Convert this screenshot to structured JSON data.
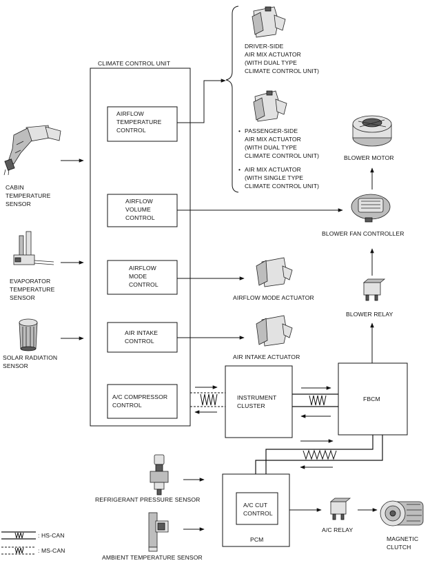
{
  "climate_control_unit": {
    "title": "CLIMATE CONTROL UNIT",
    "modules": [
      [
        "AIRFLOW",
        "TEMPERATURE",
        "CONTROL"
      ],
      [
        "AIRFLOW",
        "VOLUME",
        "CONTROL"
      ],
      [
        "AIRFLOW",
        "MODE",
        "CONTROL"
      ],
      [
        "AIR INTAKE",
        "CONTROL"
      ],
      [
        "A/C COMPRESSOR",
        "CONTROL"
      ]
    ]
  },
  "sensors": {
    "cabin": [
      "CABIN",
      "TEMPERATURE",
      "SENSOR"
    ],
    "evaporator": [
      "EVAPORATOR",
      "TEMPERATURE",
      "SENSOR"
    ],
    "solar": [
      "SOLAR RADIATION",
      "SENSOR"
    ],
    "refrigerant": "REFRIGERANT PRESSURE SENSOR",
    "ambient": "AMBIENT TEMPERATURE SENSOR"
  },
  "actuators": {
    "driver_mix": [
      "DRIVER-SIDE",
      "AIR MIX ACTUATOR",
      "(WITH DUAL TYPE",
      "CLIMATE CONTROL UNIT)"
    ],
    "passenger_mix": [
      "PASSENGER-SIDE",
      "AIR MIX ACTUATOR",
      "(WITH DUAL TYPE",
      "CLIMATE CONTROL UNIT)"
    ],
    "single_mix": [
      "AIR MIX ACTUATOR",
      "(WITH SINGLE TYPE",
      "CLIMATE CONTROL UNIT)"
    ],
    "bullet": "•",
    "airflow_mode": "AIRFLOW MODE ACTUATOR",
    "air_intake": "AIR INTAKE ACTUATOR"
  },
  "blower": {
    "motor": "BLOWER MOTOR",
    "controller": "BLOWER FAN CONTROLLER",
    "relay": "BLOWER RELAY"
  },
  "modules": {
    "instrument_cluster": [
      "INSTRUMENT",
      "CLUSTER"
    ],
    "fbcm": "FBCM",
    "pcm": "PCM",
    "ac_cut": [
      "A/C CUT",
      "CONTROL"
    ],
    "ac_relay": "A/C RELAY",
    "magnetic_clutch": [
      "MAGNETIC",
      "CLUTCH"
    ]
  },
  "legend": {
    "hs_can": ": HS-CAN",
    "ms_can": ": MS-CAN"
  }
}
